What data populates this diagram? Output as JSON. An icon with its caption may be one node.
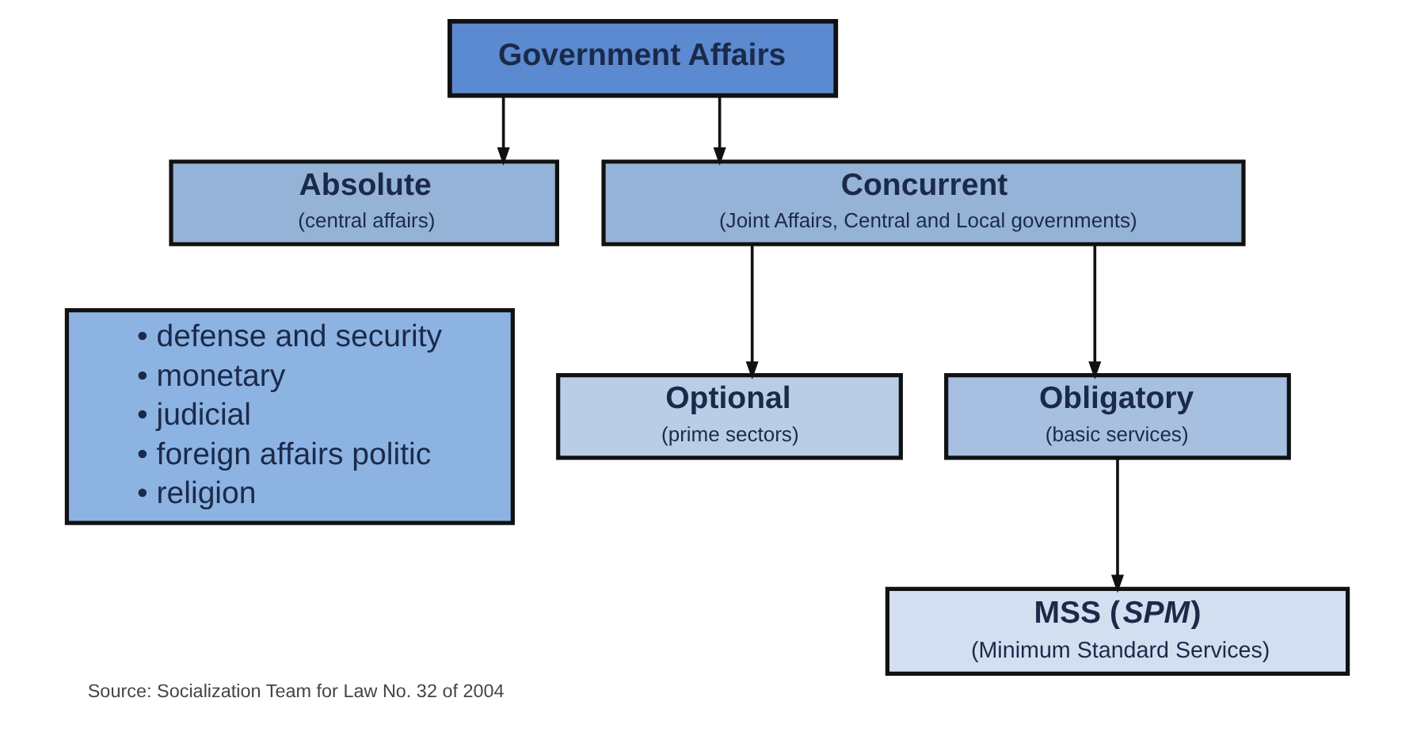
{
  "diagram": {
    "caption": "Source: Socialization Team for Law No. 32 of 2004",
    "nodes": [
      {
        "text": [
          "Government Affairs"
        ]
      },
      {
        "text": [
          "Absolute",
          "(central affairs)"
        ]
      },
      {
        "text": [
          "• defense and security",
          "• monetary",
          "• judicial",
          "• foreign affairs politic",
          "• religion"
        ]
      },
      {
        "text": [
          "Concurrent",
          "(Joint Affairs, Central and Local governments)"
        ]
      },
      {
        "text": [
          "Optional",
          "(prime sectors)"
        ]
      },
      {
        "text": [
          "Obligatory",
          "(basic services)"
        ]
      },
      {
        "text": [
          "MSS (*SPM*)",
          "(Minimum Standard Services)"
        ]
      }
    ],
    "edges": [
      {
        "from": 0,
        "to": 1,
        "arrow": "to"
      },
      {
        "from": 0,
        "to": 3,
        "arrow": "to"
      },
      {
        "from": 3,
        "to": 4,
        "arrow": "to"
      },
      {
        "from": 3,
        "to": 5,
        "arrow": "to"
      },
      {
        "from": 5,
        "to": 6,
        "arrow": "to"
      }
    ]
  }
}
